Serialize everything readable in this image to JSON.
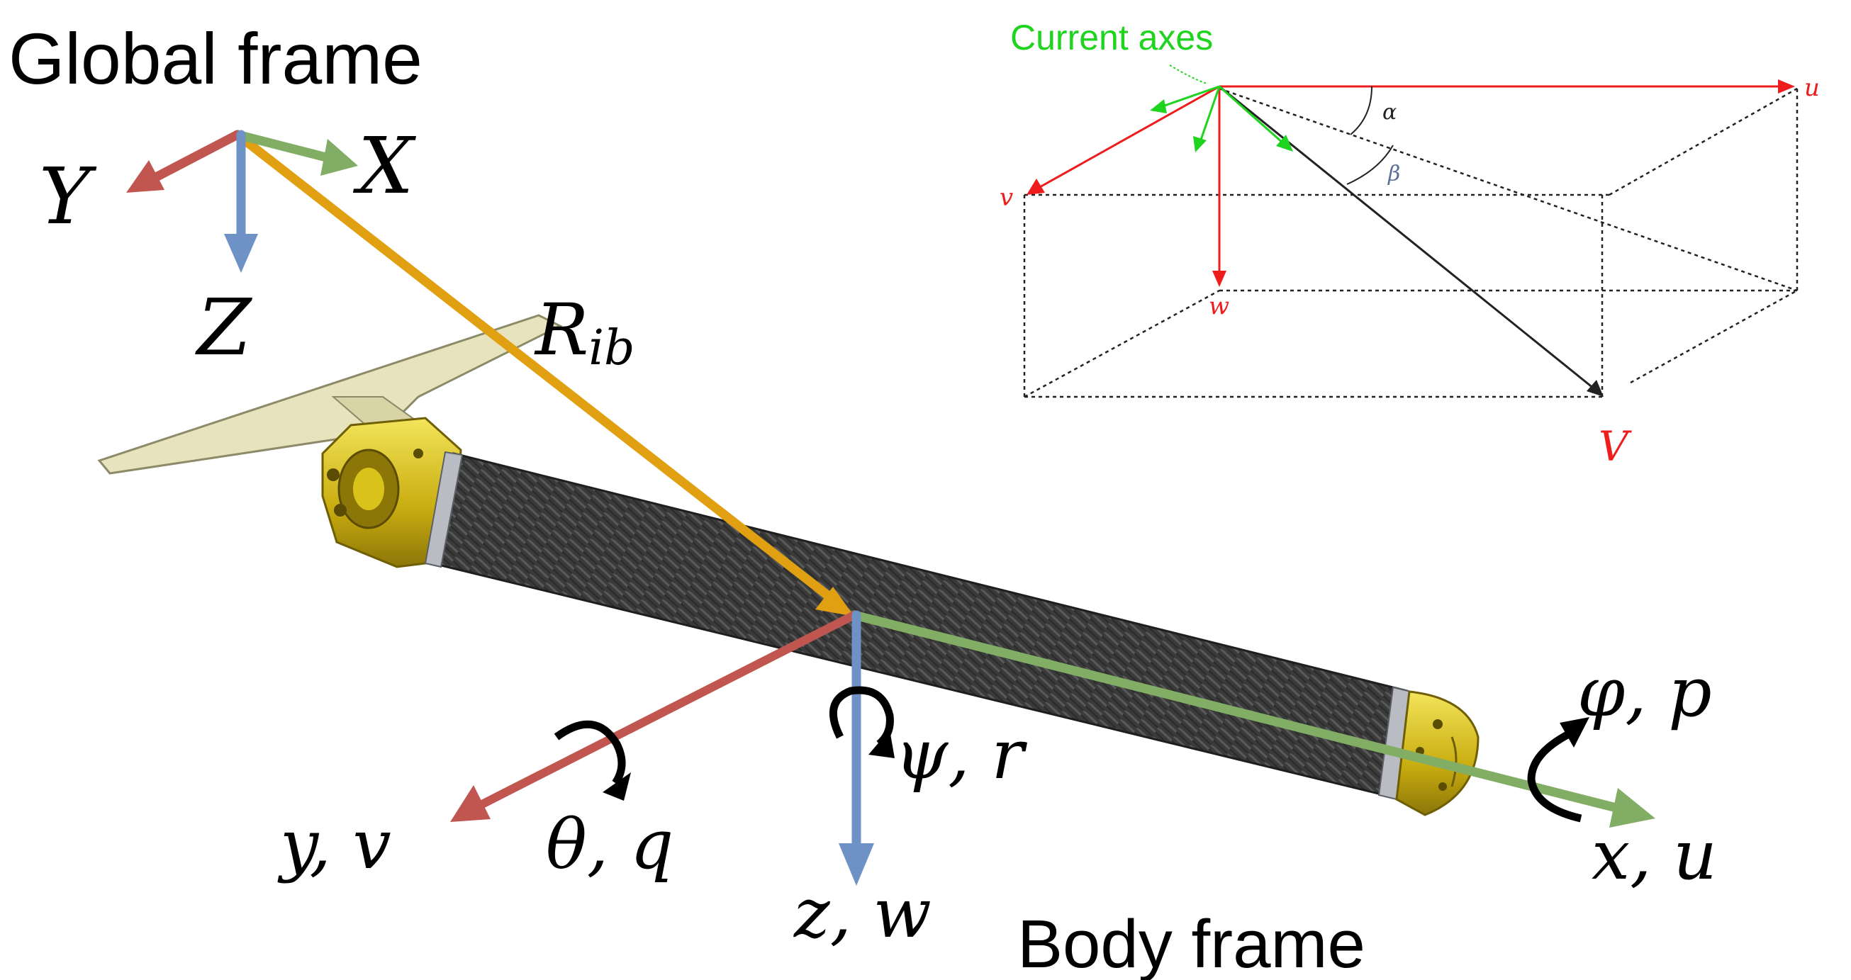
{
  "titles": {
    "global_frame": "Global frame",
    "body_frame": "Body frame"
  },
  "global_axes": {
    "x": "X",
    "y": "Y",
    "z": "Z",
    "r_main": "R",
    "r_sub": "ib"
  },
  "body_axes": {
    "x": "x, u",
    "y": "y, v",
    "z": "z, w",
    "roll": "φ, p",
    "pitch": "θ, q",
    "yaw": "ψ, r"
  },
  "inset": {
    "current_axes": "Current axes",
    "u": "u",
    "v": "v",
    "w": "w",
    "V": "V",
    "alpha": "α",
    "beta": "β"
  },
  "colors": {
    "x_axis": "#82ad65",
    "y_axis": "#c0564f",
    "z_axis": "#6f92c6",
    "position_vector": "#e0a011",
    "inset_red": "#ee1c1c",
    "inset_green": "#1fd41f",
    "hull": "#3b3b3b",
    "end_cap": "#d9c21a",
    "fin": "#e3e0b8"
  },
  "icons": {
    "rotation_arrow": "curved-rotation-arrow-icon"
  }
}
